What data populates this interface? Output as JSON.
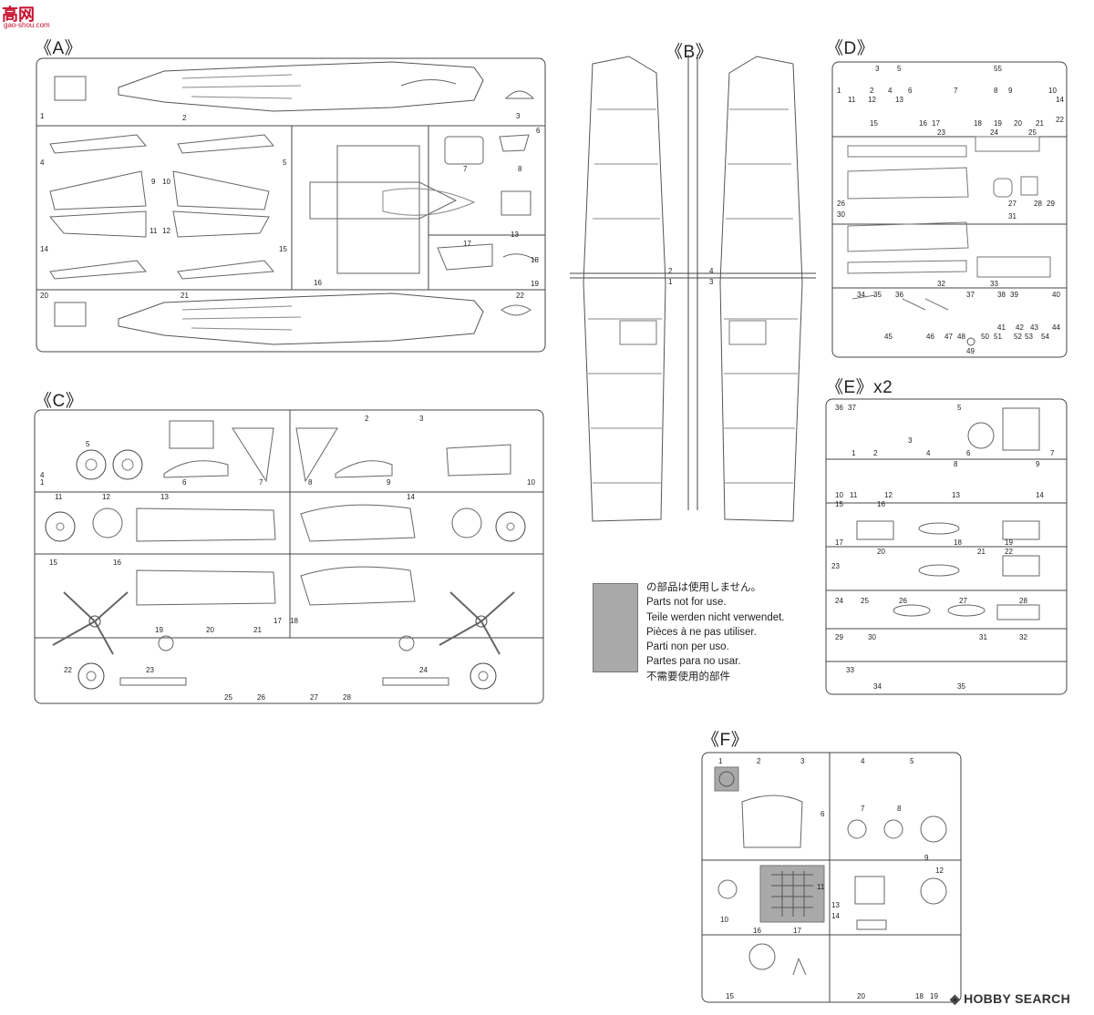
{
  "watermark": {
    "brand": "高网",
    "site": "gao-shou.com"
  },
  "sheets": {
    "A": {
      "label": "《A》",
      "parts": [
        "1",
        "2",
        "3",
        "4",
        "5",
        "6",
        "7",
        "8",
        "9",
        "10",
        "11",
        "12",
        "13",
        "14",
        "15",
        "16",
        "17",
        "18",
        "19",
        "20",
        "21",
        "22"
      ]
    },
    "B": {
      "label": "《B》",
      "parts": [
        "1",
        "2",
        "3",
        "4"
      ]
    },
    "C": {
      "label": "《C》",
      "parts": [
        "1",
        "2",
        "3",
        "4",
        "5",
        "6",
        "7",
        "8",
        "9",
        "10",
        "11",
        "12",
        "13",
        "14",
        "15",
        "16",
        "17",
        "18",
        "19",
        "20",
        "21",
        "22",
        "23",
        "24",
        "25",
        "26",
        "27",
        "28"
      ]
    },
    "D": {
      "label": "《D》",
      "parts": [
        "1",
        "2",
        "3",
        "4",
        "5",
        "6",
        "7",
        "8",
        "9",
        "10",
        "11",
        "12",
        "13",
        "14",
        "15",
        "16",
        "17",
        "18",
        "19",
        "20",
        "21",
        "22",
        "23",
        "24",
        "25",
        "26",
        "27",
        "28",
        "29",
        "30",
        "31",
        "32",
        "33",
        "34",
        "35",
        "36",
        "37",
        "38",
        "39",
        "40",
        "41",
        "42",
        "43",
        "44",
        "45",
        "46",
        "47",
        "48",
        "49",
        "50",
        "51",
        "52",
        "53",
        "54",
        "55"
      ]
    },
    "E": {
      "label": "《E》x2",
      "parts": [
        "1",
        "2",
        "3",
        "4",
        "5",
        "6",
        "7",
        "8",
        "9",
        "10",
        "11",
        "12",
        "13",
        "14",
        "15",
        "16",
        "17",
        "18",
        "19",
        "20",
        "21",
        "22",
        "23",
        "24",
        "25",
        "26",
        "27",
        "28",
        "29",
        "30",
        "31",
        "32",
        "33",
        "34",
        "35",
        "36",
        "37"
      ]
    },
    "F": {
      "label": "《F》",
      "parts": [
        "1",
        "2",
        "3",
        "4",
        "5",
        "6",
        "7",
        "8",
        "9",
        "10",
        "11",
        "12",
        "13",
        "14",
        "15",
        "16",
        "17",
        "18",
        "19",
        "20"
      ]
    }
  },
  "legend": {
    "swatch_color": "#a9a9a9",
    "lines": [
      "の部品は使用しません。",
      "Parts not for use.",
      "Teile werden nicht verwendet.",
      "Pièces à ne pas utiliser.",
      "Parti non per uso.",
      "Partes para no usar.",
      "不需要使用的部件"
    ]
  },
  "footer": {
    "brand_name": "HOBBY SEARCH"
  }
}
